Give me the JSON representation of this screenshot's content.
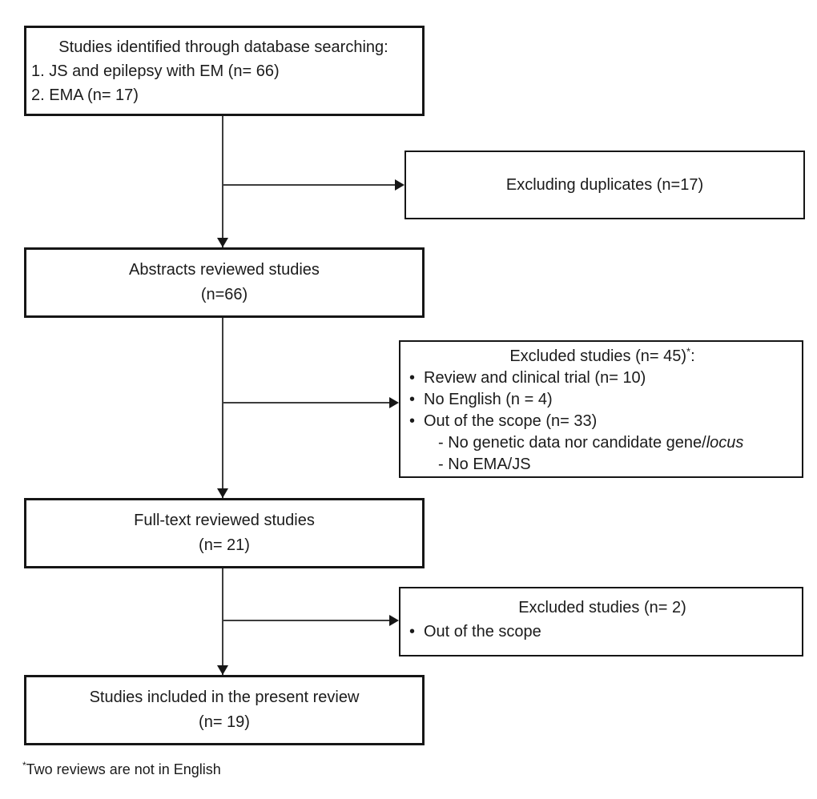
{
  "colors": {
    "background": "#ffffff",
    "border": "#161616",
    "line": "#3d3d3d",
    "text": "#1b1b1b"
  },
  "bullet_char": "•",
  "boxes": {
    "identified": {
      "title": "Studies identified through database searching:",
      "items": [
        "1. JS and epilepsy with EM (n= 66)",
        "2. EMA (n= 17)"
      ]
    },
    "duplicates": {
      "label": "Excluding duplicates (n=17)"
    },
    "abstracts": {
      "line1": "Abstracts reviewed studies",
      "line2": "(n=66)"
    },
    "excluded_abstracts": {
      "title": "Excluded studies (n= 45)",
      "title_sup": "*",
      "title_suffix": ":",
      "bullets": [
        "Review and clinical trial (n= 10)",
        "No English (n = 4)",
        "Out of the scope (n= 33)"
      ],
      "sub1_prefix": "- No genetic data nor candidate gene/",
      "sub1_italic": "locus",
      "sub2": "- No EMA/JS"
    },
    "fulltext": {
      "line1": "Full-text reviewed studies",
      "line2": "(n= 21)"
    },
    "excluded_fulltext": {
      "title": "Excluded studies (n= 2)",
      "bullets": [
        "Out of the scope"
      ]
    },
    "included": {
      "line1": "Studies included in the present review",
      "line2": "(n= 19)"
    }
  },
  "footnote": {
    "sup": "*",
    "text": "Two reviews are not in English"
  }
}
